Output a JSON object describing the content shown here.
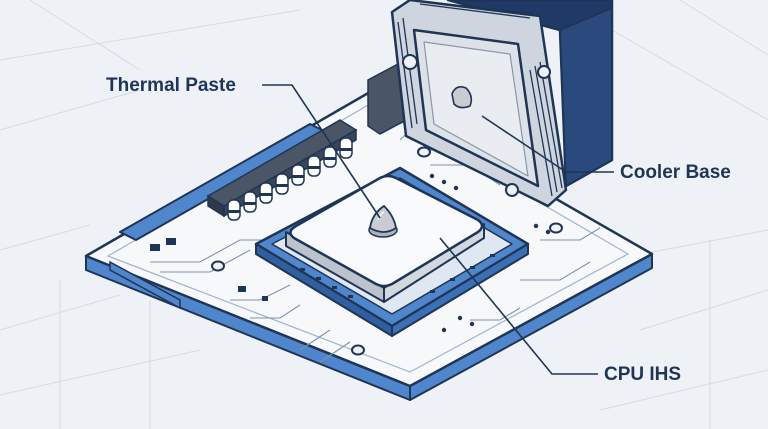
{
  "labels": {
    "thermal_paste": "Thermal Paste",
    "cooler_base": "Cooler Base",
    "cpu_ihs": "CPU IHS"
  },
  "colors": {
    "background": "#eef1f5",
    "outline": "#1f3556",
    "accent_blue": "#4f86cc",
    "board_fill": "#f7f8fa",
    "cooler_dark": "#1f3a66",
    "ihs_fill": "#f9fafb",
    "paste_fill": "#c9ccd2"
  },
  "icons": {
    "paste_drop": "droplet-icon",
    "mount_holes": "circle-outline-icon"
  }
}
